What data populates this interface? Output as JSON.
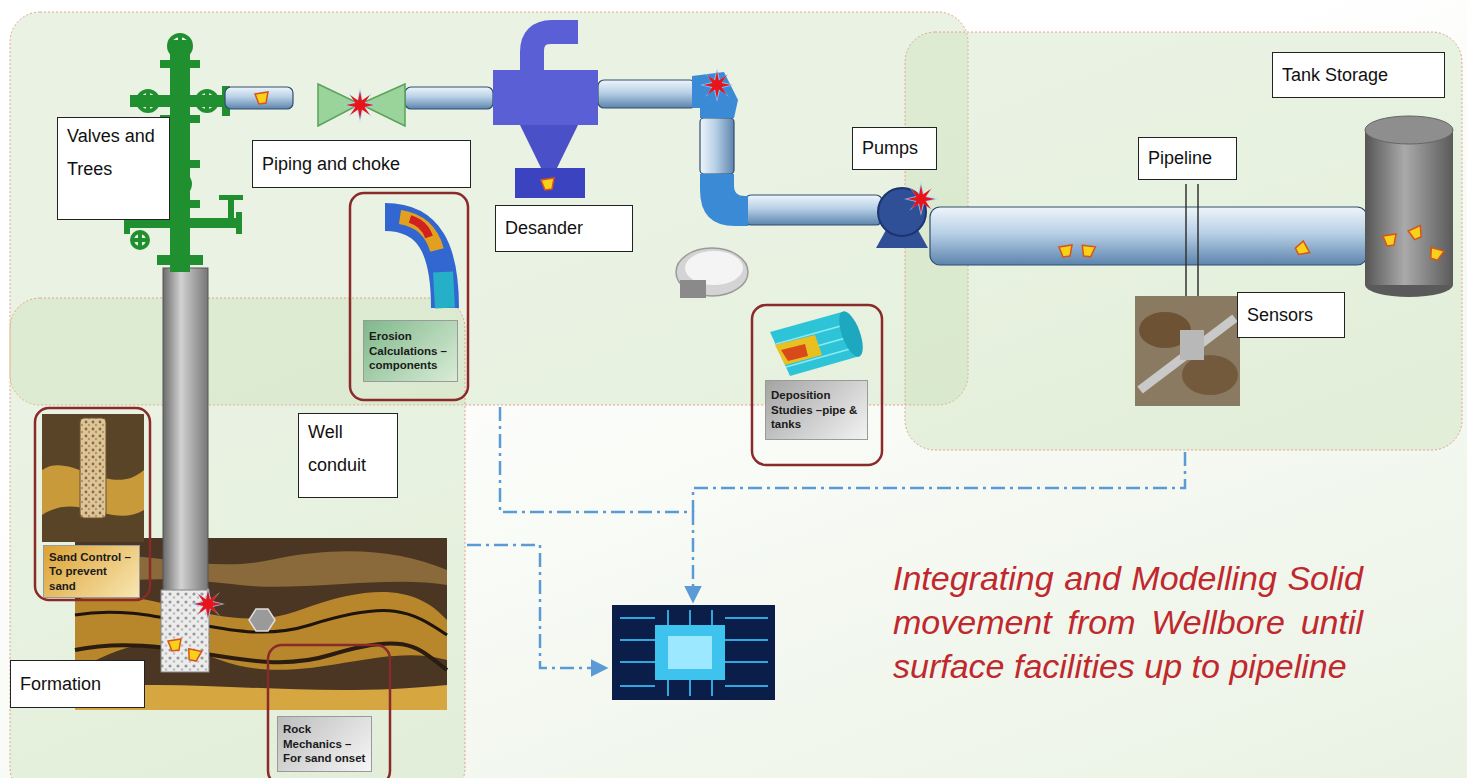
{
  "diagram": {
    "title": "Integrating and Modelling Solid movement from Wellbore until surface facilities up to pipeline",
    "nodes": [
      {
        "text": [
          "Valves and Trees"
        ]
      },
      {
        "text": [
          "Piping and choke"
        ]
      },
      {
        "text": [
          "Desander"
        ]
      },
      {
        "text": [
          "Pumps"
        ]
      },
      {
        "text": [
          "Tank Storage"
        ]
      },
      {
        "text": [
          "Pipeline"
        ]
      },
      {
        "text": [
          "Erosion Calculations – components"
        ]
      },
      {
        "text": [
          "Deposition Studies –pipe & tanks"
        ]
      },
      {
        "text": [
          "Sensors"
        ]
      },
      {
        "text": [
          "Well conduit"
        ]
      },
      {
        "text": [
          "Sand Control – To prevent sand"
        ]
      },
      {
        "text": [
          "Formation"
        ]
      },
      {
        "text": [
          "Rock Mechanics – For sand onset"
        ]
      }
    ]
  }
}
